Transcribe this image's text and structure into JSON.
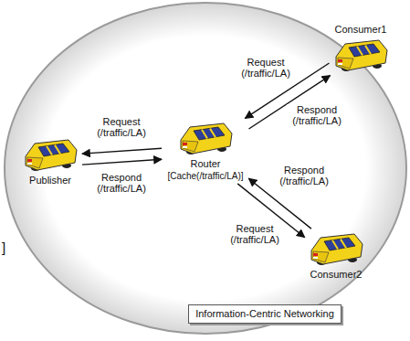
{
  "diagram": {
    "nodes": [
      {
        "text": [
          "Publisher"
        ]
      },
      {
        "text": [
          "Router",
          "[Cache(/traffic/LA)]"
        ]
      },
      {
        "text": [
          "Consumer1"
        ]
      },
      {
        "text": [
          "Consumer2"
        ]
      },
      {
        "text": [
          "Information-Centric Networking"
        ]
      }
    ],
    "edges": [
      {
        "from": 1,
        "to": 0,
        "label": "Request (/traffic/LA)",
        "arrow": "to"
      },
      {
        "from": 0,
        "to": 1,
        "label": "Respond (/traffic/LA)",
        "arrow": "to"
      },
      {
        "from": 2,
        "to": 1,
        "label": "Request (/traffic/LA)",
        "arrow": "to"
      },
      {
        "from": 1,
        "to": 2,
        "label": "Respond (/traffic/LA)",
        "arrow": "to"
      },
      {
        "from": 3,
        "to": 1,
        "label": "Request (/traffic/LA)",
        "arrow": "to"
      },
      {
        "from": 1,
        "to": 3,
        "label": "Respond (/traffic/LA)",
        "arrow": "to"
      }
    ],
    "labels": [
      "]"
    ]
  }
}
